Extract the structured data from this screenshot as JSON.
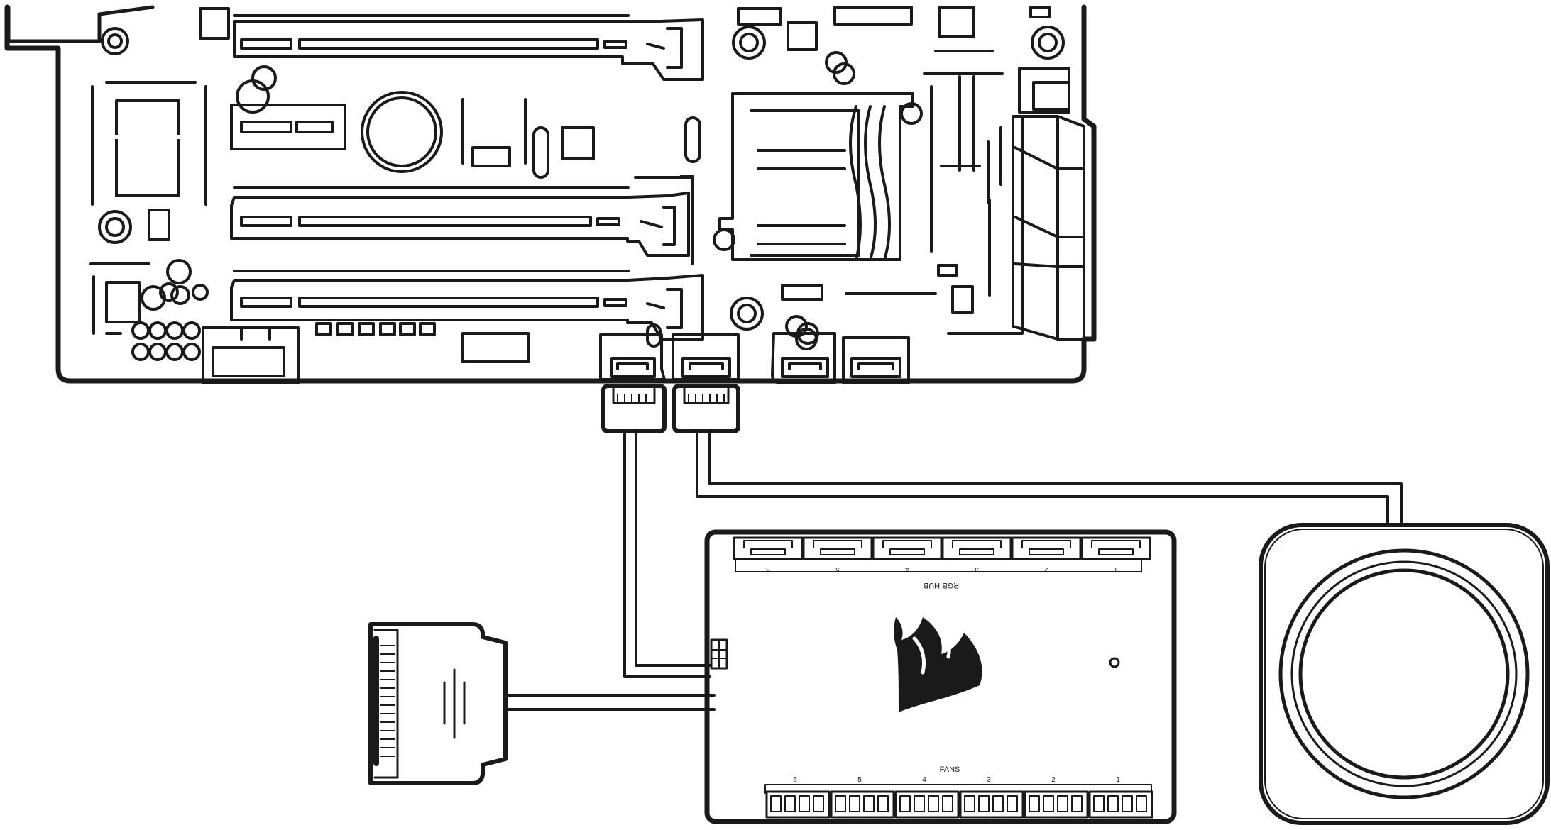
{
  "diagram": {
    "hub": {
      "top_header_label": "RGB HUB",
      "rgb_port_numbers": [
        "6",
        "5",
        "4",
        "3",
        "2",
        "1"
      ],
      "bottom_header_label": "FANS",
      "fan_port_numbers": [
        "6",
        "5",
        "4",
        "3",
        "2",
        "1"
      ]
    },
    "colors": {
      "line": "#1a1a1a",
      "background": "#ffffff"
    },
    "icons": [
      "corsair-sails-logo",
      "led-indicator",
      "sata-power-connector",
      "usb-header-connector"
    ]
  }
}
